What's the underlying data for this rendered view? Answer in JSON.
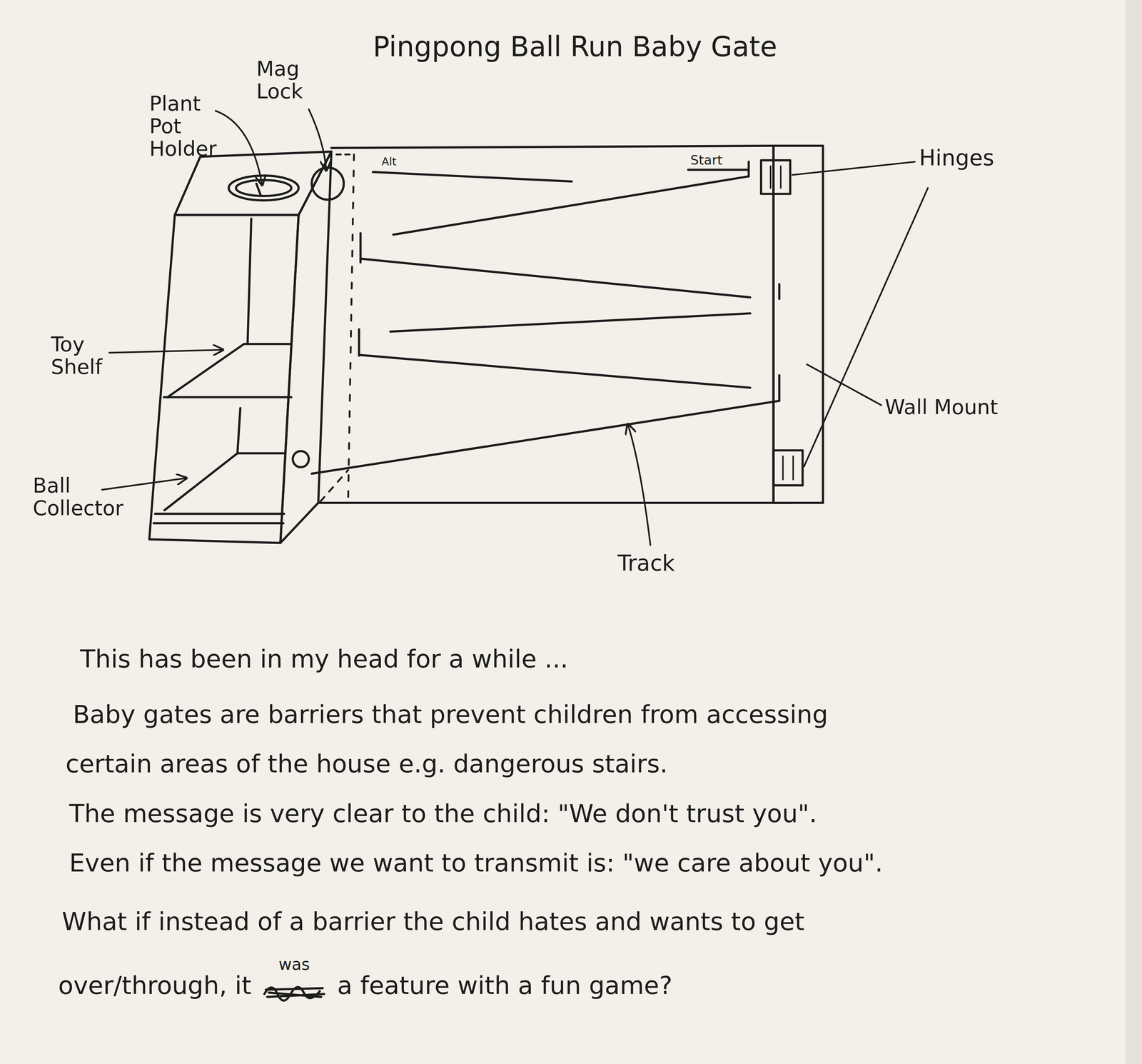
{
  "diagram": {
    "title": "Pingpong Ball Run Baby Gate",
    "labels": [
      "Mag Lock",
      "Plant Pot Holder",
      "Alt",
      "Start",
      "Hinges",
      "Toy Shelf",
      "Wall Mount",
      "Ball Collector",
      "Track",
      "This has been in my head for a while ...",
      "Baby gates are barriers that prevent children from accessing",
      "certain areas of the house e.g. dangerous stairs.",
      "The message is very clear to the child: \"We don't trust you\".",
      "Even if the message we want to transmit is: \"we care about you\".",
      "What if instead of a barrier the child hates and wants to get",
      "over/through, it",
      "was",
      "a feature with a fun game?"
    ]
  }
}
